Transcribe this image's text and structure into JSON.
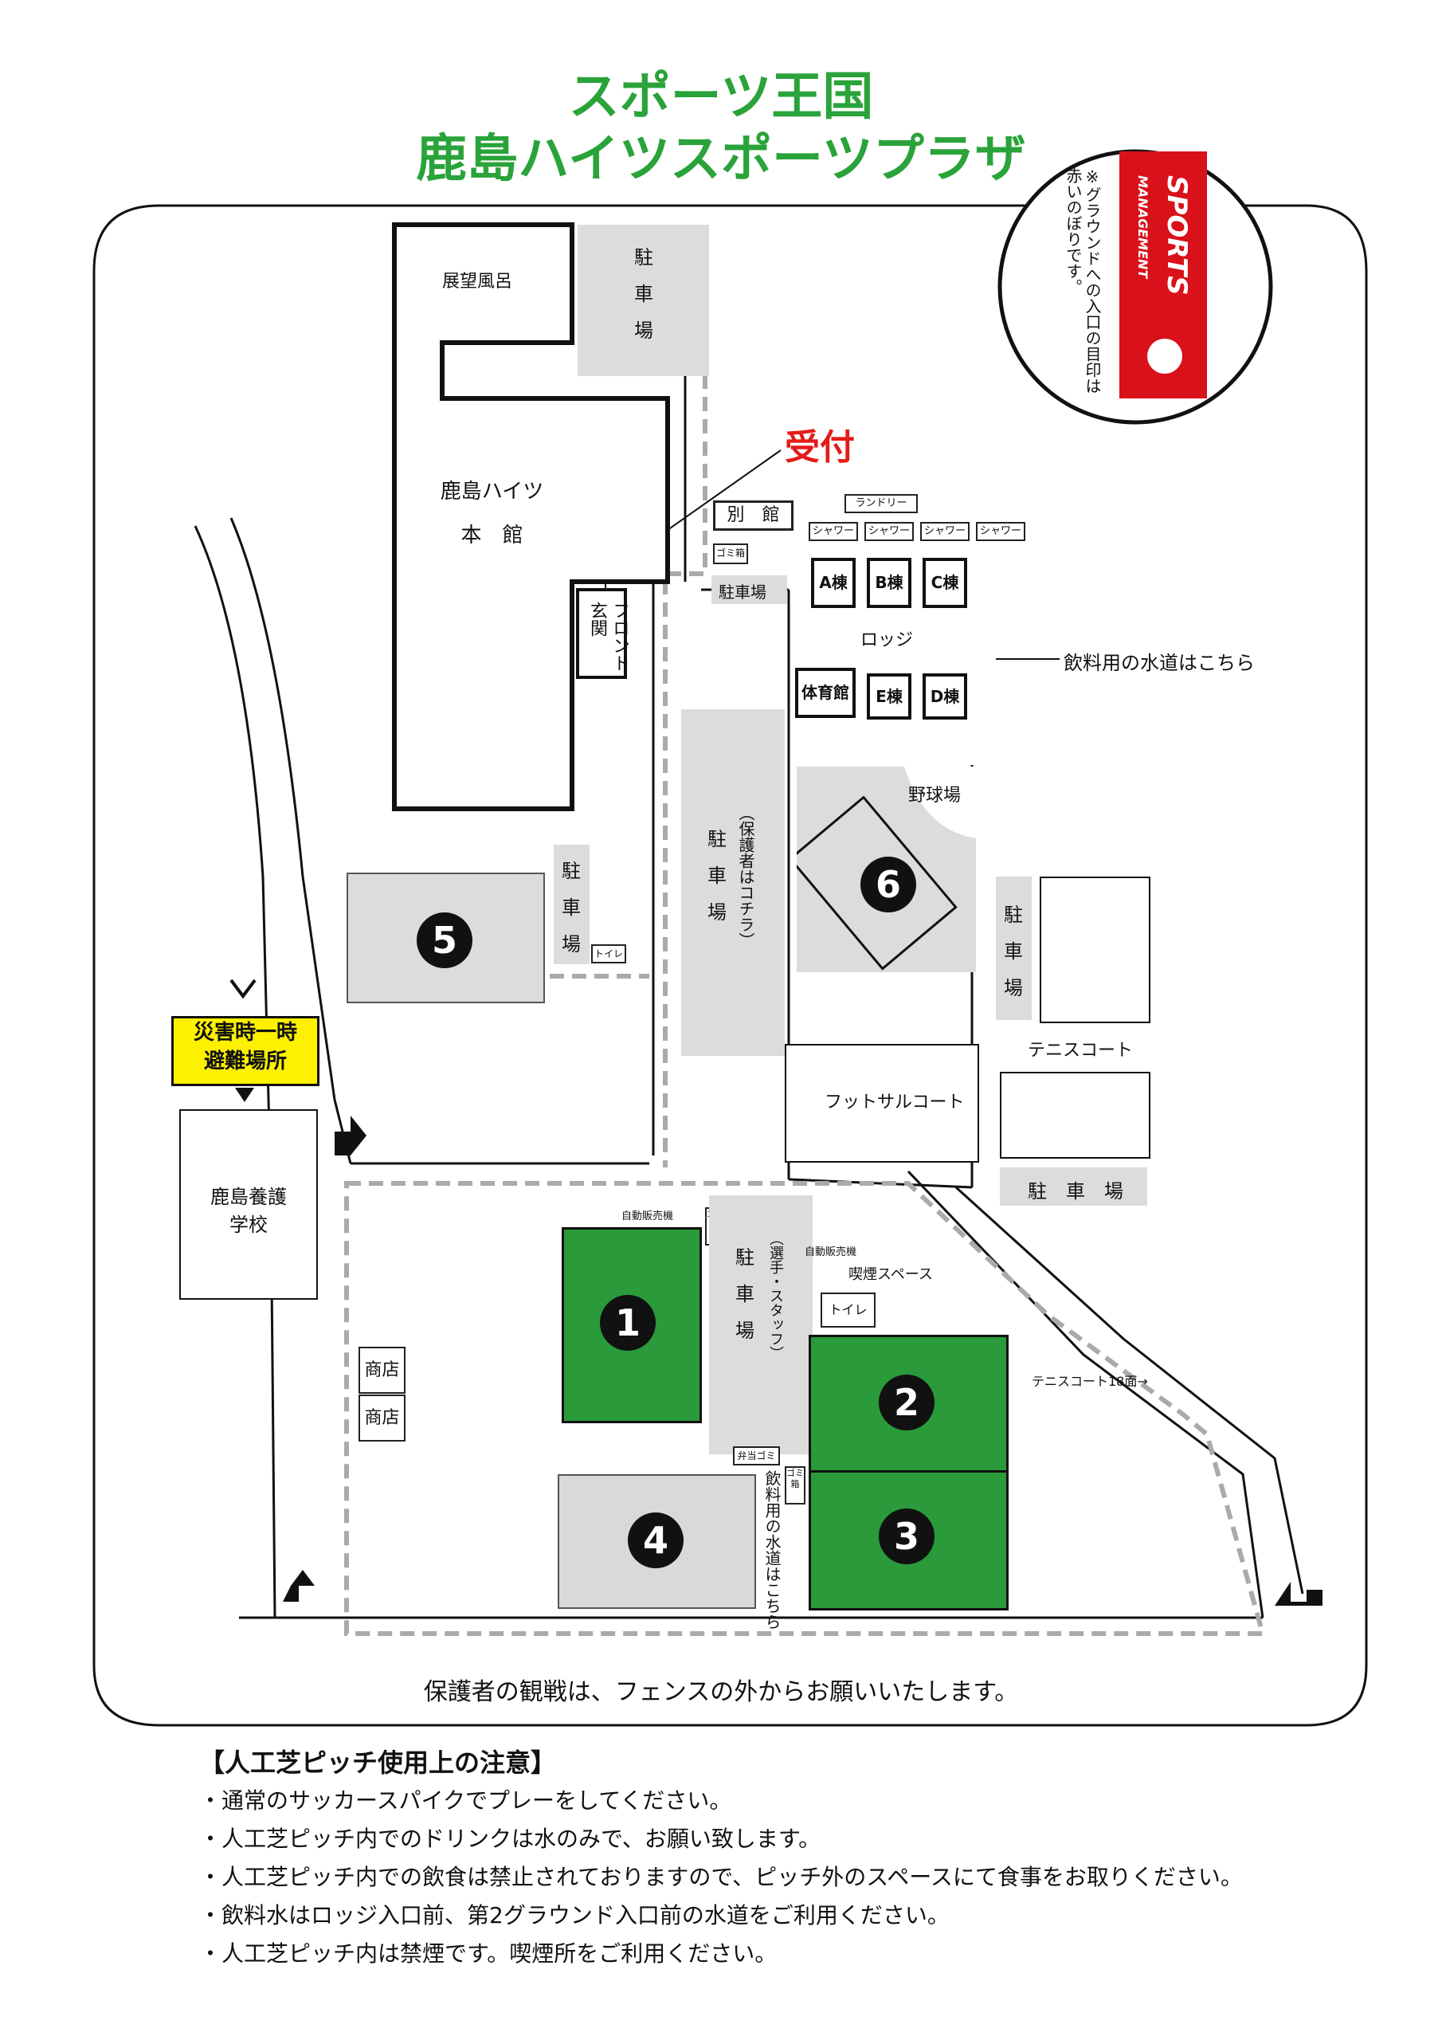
{
  "title": {
    "line1": "スポーツ王国",
    "line2": "鹿島ハイツスポーツプラザ"
  },
  "banner": {
    "note_line1": "※グラウンドへの入口の目印は",
    "note_line2": "赤いのぼりです。",
    "flag_text1": "SPORTS",
    "flag_text2": "MANAGEMENT",
    "flag_color": "#d9111a"
  },
  "buildings": {
    "tenbo": "展望風呂",
    "main_line1": "鹿島ハイツ",
    "main_line2": "本　館",
    "front": "フロント玄関",
    "reception": "受付",
    "annex": "別　館",
    "trash_small": "ゴミ箱",
    "laundry": "ランドリー",
    "shower": "シャワー",
    "lodge_a": "A棟",
    "lodge_b": "B棟",
    "lodge_c": "C棟",
    "lodge_label": "ロッジ",
    "gym": "体育館",
    "lodge_e": "E棟",
    "lodge_d": "D棟",
    "water_top": "飲料用の水道はこちら",
    "baseball": "野球場",
    "tennis": "テニスコート",
    "futsal": "フットサルコート",
    "toilet": "トイレ",
    "shop1": "商店",
    "shop2": "商店",
    "school": "鹿島養護学校",
    "evac_line1": "災害時一時",
    "evac_line2": "避難場所",
    "vending1": "自動販売機",
    "vending2": "自動販売機",
    "smoking": "喫煙スペース",
    "tennis18": "テニスコート18面→",
    "bento_trash": "弁当ゴミ",
    "water_bottom": "飲料用の水道はこちら"
  },
  "parking": {
    "top": "駐車場",
    "small": "駐車場",
    "guardian": "駐車場",
    "guardian_note": "（保護者はコチラ）",
    "left": "駐車場",
    "tennis_side": "駐車場",
    "bottom_right": "駐　車　場",
    "players": "駐車場",
    "players_note": "（選手・スタッフ）"
  },
  "pitches": {
    "p1": "1",
    "p2": "2",
    "p3": "3",
    "p4": "4",
    "p5": "5",
    "p6": "6",
    "green": "#2a9a3a"
  },
  "fence_note": "保護者の観戦は、フェンスの外からお願いいたします。",
  "notes": {
    "heading": "【人工芝ピッチ使用上の注意】",
    "items": [
      "・通常のサッカースパイクでプレーをしてください。",
      "・人工芝ピッチ内でのドリンクは水のみで、お願い致します。",
      "・人工芝ピッチ内での飲食は禁止されておりますので、ピッチ外のスペースにて食事をお取りください。",
      "・飲料水はロッジ入口前、第2グラウンド入口前の水道をご利用ください。",
      "・人工芝ピッチ内は禁煙です。喫煙所をご利用ください。"
    ]
  }
}
